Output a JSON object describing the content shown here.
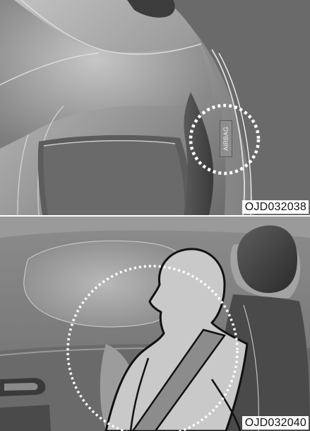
{
  "figures": [
    {
      "id": "seat",
      "code": "OJD032038",
      "tag_text": "AIRBAG"
    },
    {
      "id": "occupant",
      "code": "OJD032040"
    }
  ],
  "colors": {
    "seat_dark": "#4a4a4a",
    "seat_mid": "#7a7a7a",
    "seat_light": "#b5b5b5",
    "highlight_circle": "#ffffff",
    "occupant_fill": "#c8c8c8",
    "occupant_outline": "#111111"
  }
}
